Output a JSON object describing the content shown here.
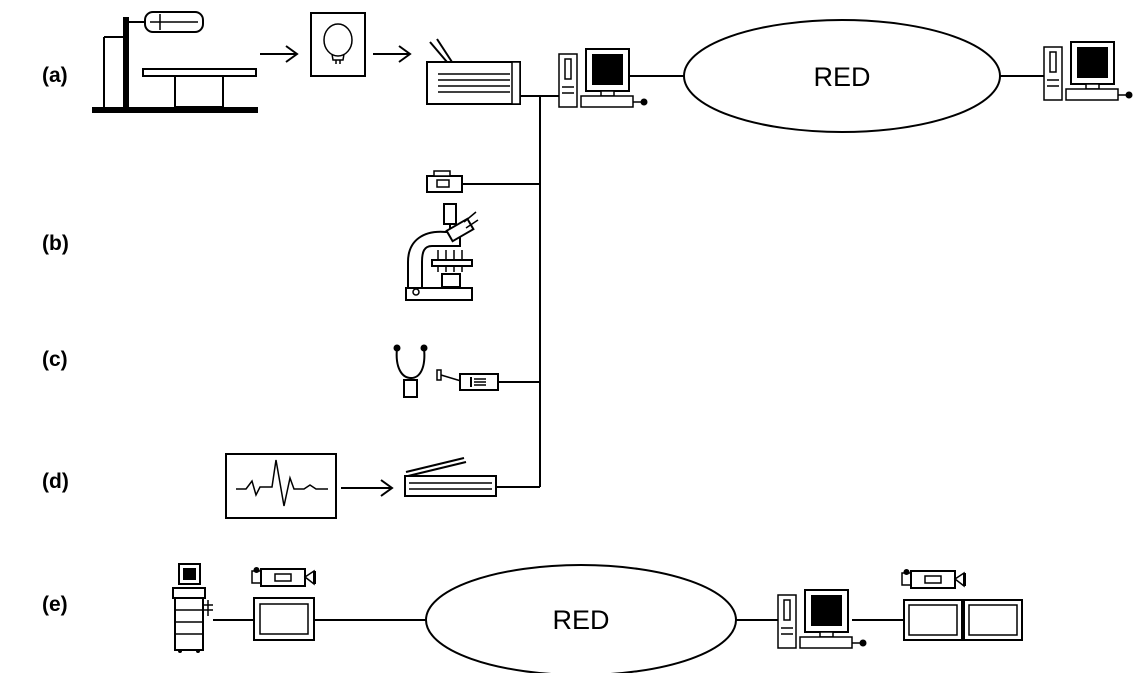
{
  "row_labels": {
    "a": "(a)",
    "b": "(b)",
    "c": "(c)",
    "d": "(d)",
    "e": "(e)"
  },
  "networks": {
    "top": "RED",
    "bottom": "RED"
  },
  "icons": {
    "xray_machine": "x-ray-machine-icon",
    "xray_film": "x-ray-film-head-icon",
    "film_digitizer": "film-scanner-icon",
    "workstation": "computer-workstation-icon",
    "camera": "camera-icon",
    "microscope": "microscope-icon",
    "stethoscope": "stethoscope-icon",
    "audio_digitizer": "sound-digitizer-icon",
    "ecg_trace": "ecg-trace-icon",
    "flatbed_scanner": "flatbed-scanner-icon",
    "ultrasound": "ultrasound-cart-icon",
    "video_camera": "video-camera-icon",
    "video_monitor": "video-monitor-icon"
  }
}
